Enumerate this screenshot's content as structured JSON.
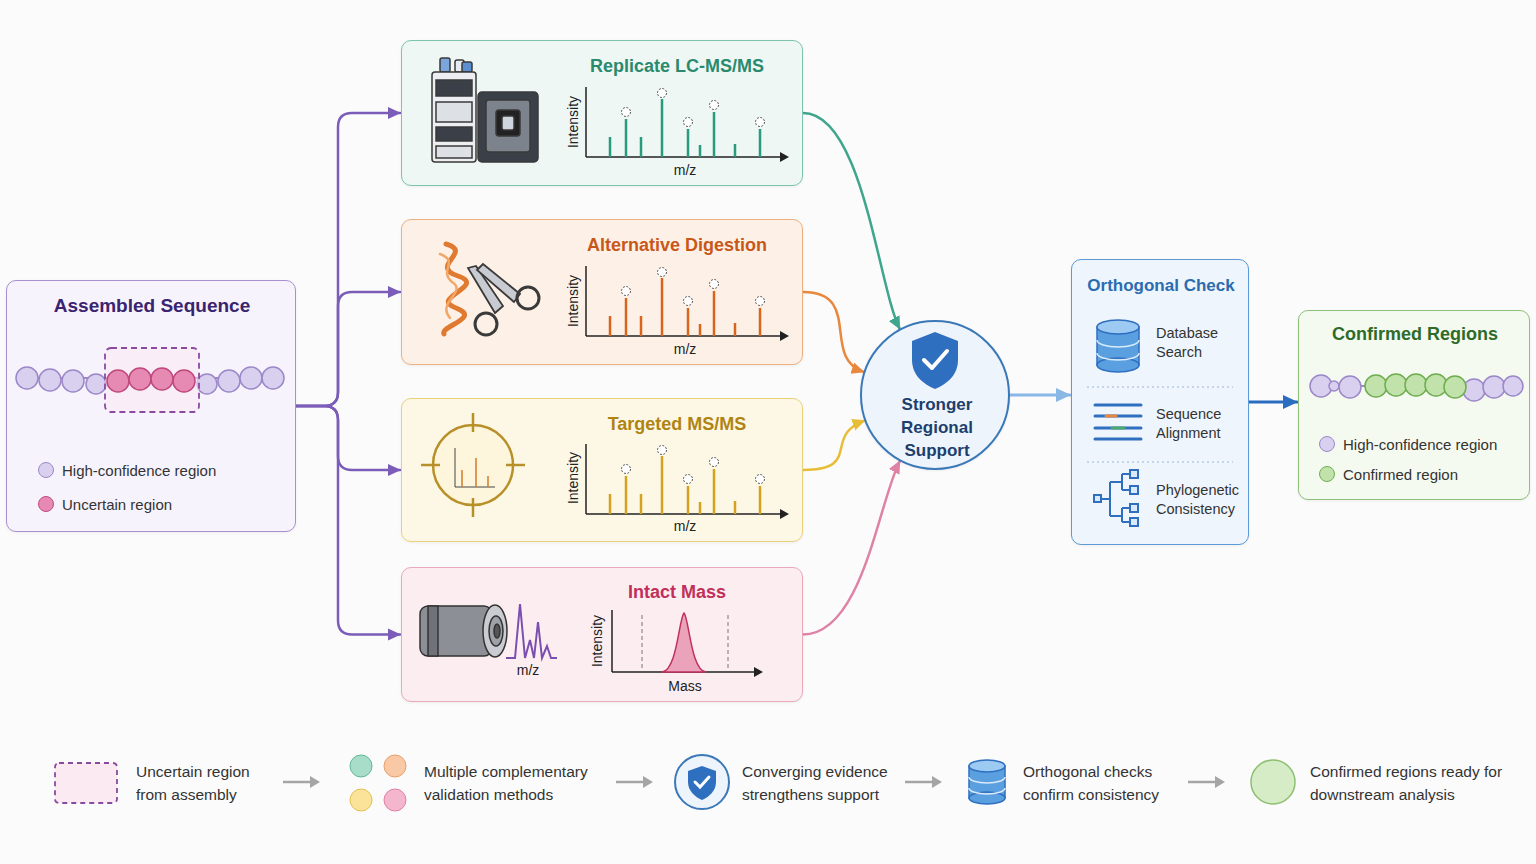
{
  "diagram": {
    "nodes": [
      {
        "text": [
          "Assembled Sequence"
        ]
      },
      {
        "text": [
          "Replicate LC-MS/MS"
        ]
      },
      {
        "text": [
          "Alternative Digestion"
        ]
      },
      {
        "text": [
          "Targeted MS/MS"
        ]
      },
      {
        "text": [
          "Intact Mass"
        ]
      },
      {
        "text": [
          "Stronger Regional Support"
        ]
      },
      {
        "text": [
          "Orthogonal Check",
          "Database Search",
          "Sequence Alignment",
          "Phylogenetic Consistency"
        ]
      },
      {
        "text": [
          "Confirmed Regions"
        ]
      }
    ],
    "edges": [
      {
        "from": 0,
        "to": 1,
        "arrow": "to"
      },
      {
        "from": 0,
        "to": 2,
        "arrow": "to"
      },
      {
        "from": 0,
        "to": 3,
        "arrow": "to"
      },
      {
        "from": 0,
        "to": 4,
        "arrow": "to"
      },
      {
        "from": 1,
        "to": 5,
        "arrow": "to"
      },
      {
        "from": 2,
        "to": 5,
        "arrow": "to"
      },
      {
        "from": 3,
        "to": 5,
        "arrow": "to"
      },
      {
        "from": 4,
        "to": 5,
        "arrow": "to"
      },
      {
        "from": 5,
        "to": 6,
        "arrow": "to"
      },
      {
        "from": 6,
        "to": 7,
        "arrow": "to"
      }
    ],
    "labels": [
      "Intensity",
      "m/z",
      "Intensity",
      "m/z",
      "Intensity",
      "m/z",
      "m/z",
      "Intensity",
      "Mass",
      "Uncertain region from assembly",
      "Multiple complementary validation methods",
      "Converging evidence strengthens support",
      "Orthogonal checks confirm consistency",
      "Confirmed regions ready for downstream analysis"
    ],
    "legend": [
      {
        "text": "High-confidence region",
        "color": "#d9cfee"
      },
      {
        "text": "Uncertain region",
        "color": "#e78ab3"
      },
      {
        "text": "High-confidence region",
        "color": "#d9cfee"
      },
      {
        "text": "Confirmed region",
        "color": "#c2e2ab"
      }
    ]
  }
}
